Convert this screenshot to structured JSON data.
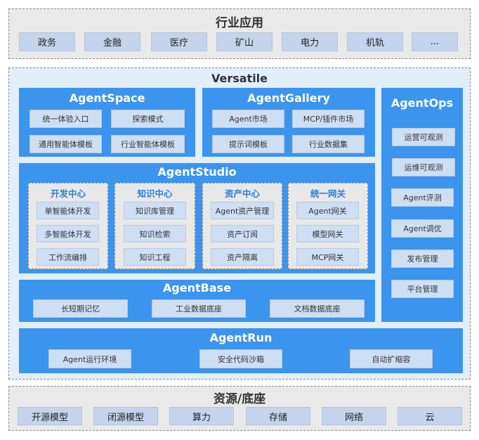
{
  "top_layer": {
    "title": "行业应用",
    "items": [
      "政务",
      "金融",
      "医疗",
      "矿山",
      "电力",
      "机轨",
      "..."
    ]
  },
  "middle_layer": {
    "title": "Versatile",
    "agent_space": {
      "title": "AgentSpace",
      "items": [
        "统一体验入口",
        "探索模式",
        "通用智能体模板",
        "行业智能体模板"
      ]
    },
    "agent_gallery": {
      "title": "AgentGallery",
      "items": [
        "Agent市场",
        "MCP/插件市场",
        "提示词模板",
        "行业数据集"
      ]
    },
    "agent_ops": {
      "title": "AgentOps",
      "items": [
        "运营可观测",
        "运维可观测",
        "Agent评测",
        "Agent调优",
        "发布管理",
        "平台管理"
      ]
    },
    "agent_studio": {
      "title": "AgentStudio",
      "groups": [
        {
          "title": "开发中心",
          "items": [
            "单智能体开发",
            "多智能体开发",
            "工作流编排"
          ]
        },
        {
          "title": "知识中心",
          "items": [
            "知识库管理",
            "知识检索",
            "知识工程"
          ]
        },
        {
          "title": "资产中心",
          "items": [
            "Agent资产管理",
            "资产订阅",
            "资产隔离"
          ]
        },
        {
          "title": "统一网关",
          "items": [
            "Agent网关",
            "模型网关",
            "MCP网关"
          ]
        }
      ]
    },
    "agent_base": {
      "title": "AgentBase",
      "items": [
        "长短期记忆",
        "工业数据底座",
        "文档数据底座"
      ]
    },
    "agent_run": {
      "title": "AgentRun",
      "items": [
        "Agent运行环境",
        "安全代码沙箱",
        "自动扩缩容"
      ]
    }
  },
  "bottom_layer": {
    "title": "资源/底座",
    "items": [
      "开源模型",
      "闭源模型",
      "算力",
      "存储",
      "网络",
      "云"
    ]
  }
}
